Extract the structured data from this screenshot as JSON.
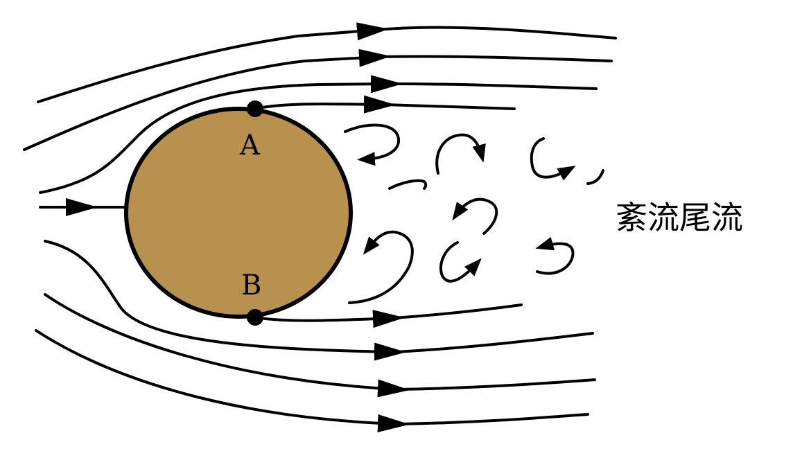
{
  "labels": {
    "point_a": "A",
    "point_b": "B",
    "wake": "紊流尾流"
  },
  "colors": {
    "cylinder_fill": "#B8914F",
    "stroke": "#000000",
    "background": "#FFFFFF"
  }
}
